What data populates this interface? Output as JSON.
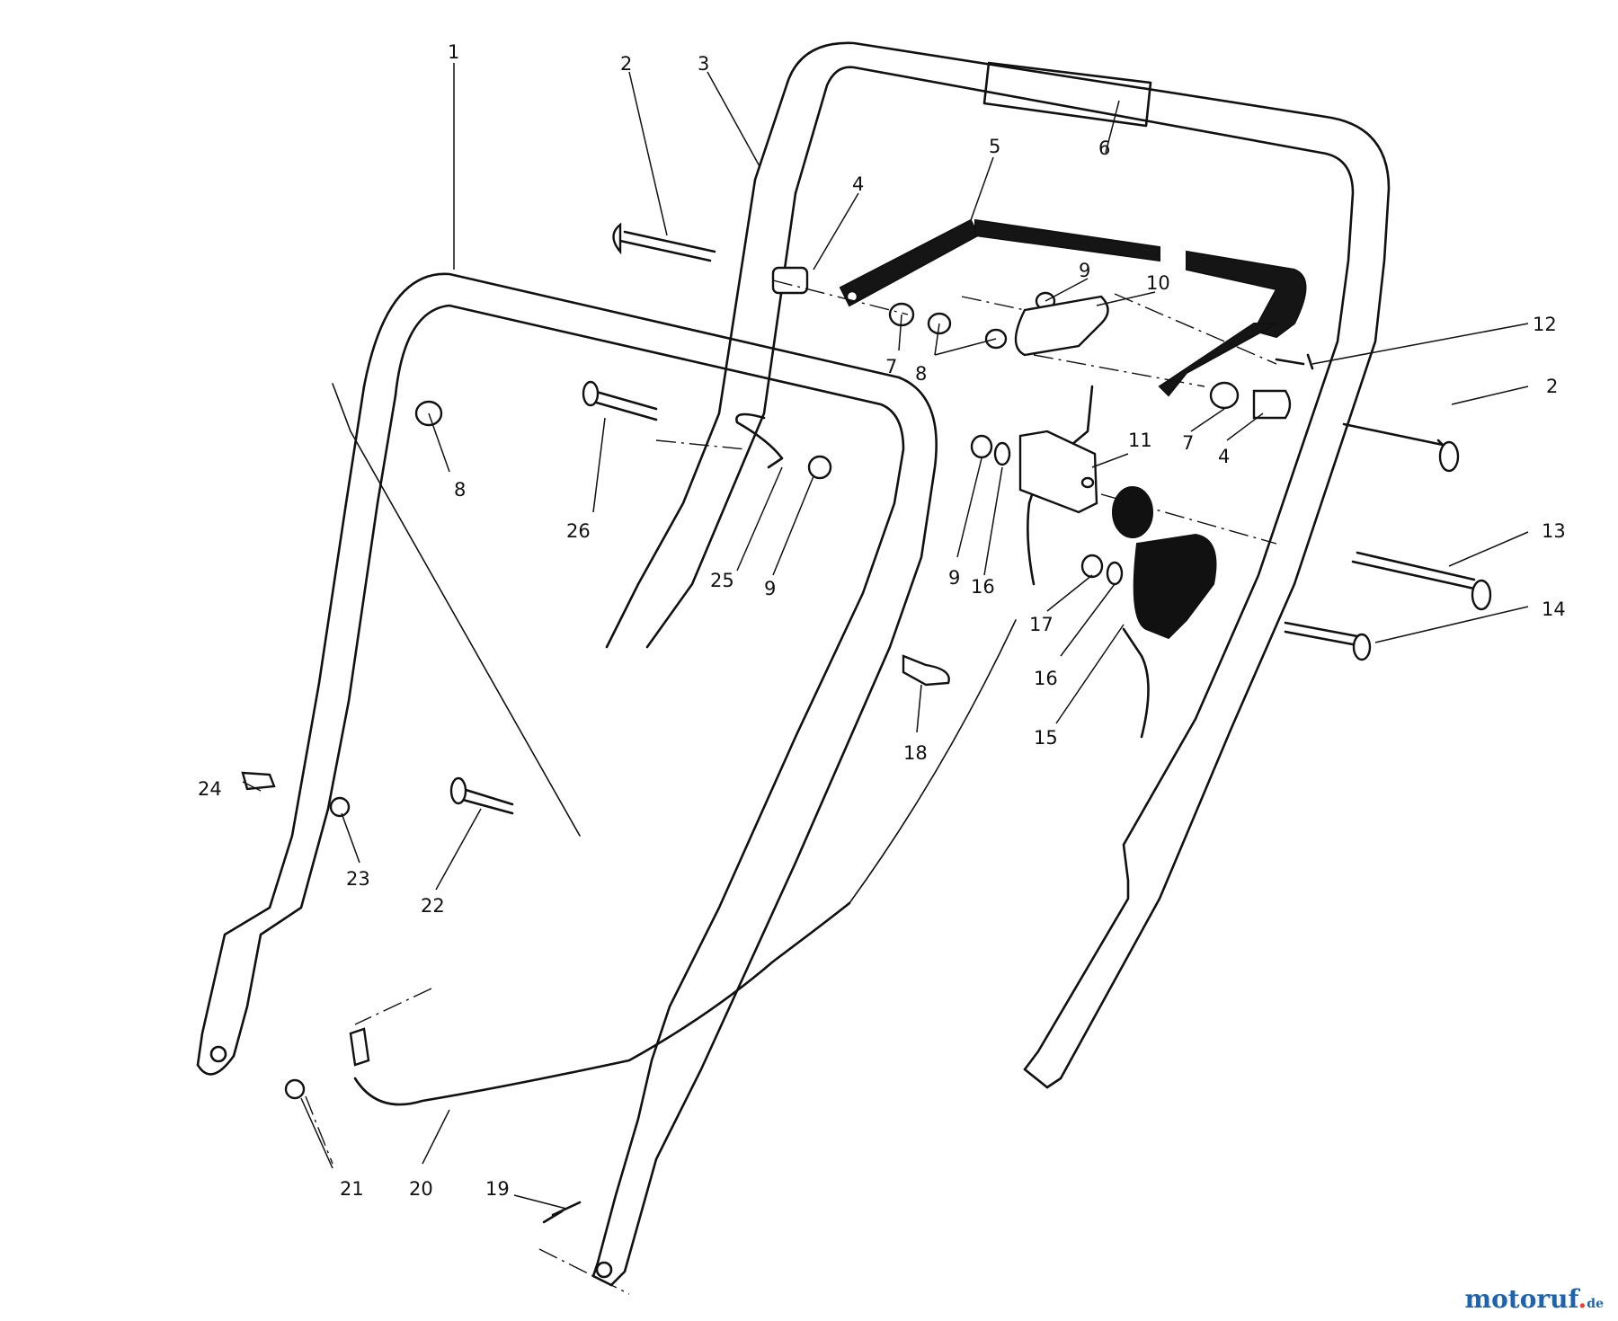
{
  "callouts": {
    "c1": "1",
    "c2a": "2",
    "c2b": "2",
    "c3": "3",
    "c4a": "4",
    "c4b": "4",
    "c5": "5",
    "c6": "6",
    "c7a": "7",
    "c7b": "7",
    "c8a": "8",
    "c8b": "8",
    "c9a": "9",
    "c9b": "9",
    "c9c": "9",
    "c10": "10",
    "c11": "11",
    "c12": "12",
    "c13": "13",
    "c14": "14",
    "c15": "15",
    "c16a": "16",
    "c16b": "16",
    "c17": "17",
    "c18": "18",
    "c19": "19",
    "c20": "20",
    "c21": "21",
    "c22": "22",
    "c23": "23",
    "c24": "24",
    "c25": "25",
    "c26": "26"
  },
  "logo": {
    "brand": "motoruf",
    "tld": "de"
  }
}
